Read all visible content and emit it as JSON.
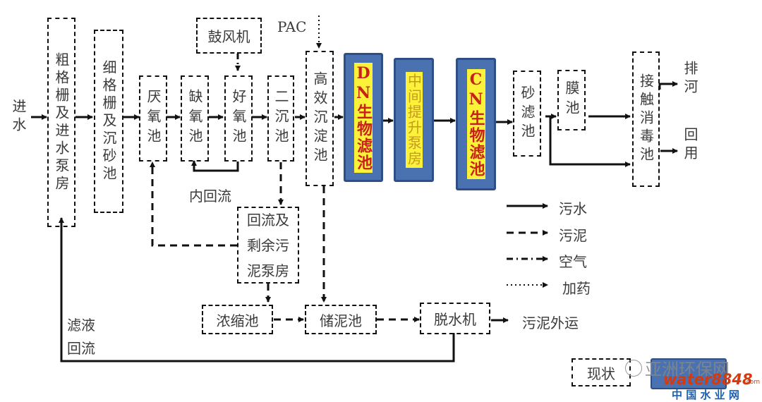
{
  "diagram": {
    "inlet_label": "进水",
    "nodes": {
      "coarse_screen": "粗格栅及进水泵房",
      "fine_screen": "细格栅及沉砂池",
      "anaerobic": "厌氧池",
      "anoxic": "缺氧池",
      "aerobic": "好氧池",
      "secondary_clarifier": "二沉池",
      "blower": "鼓风机",
      "high_eff_sedimentation": "高效沉淀池",
      "dn_biofilter": "DN生物滤池",
      "intermediate_pump": "中间提升泵房",
      "cn_biofilter": "CN生物滤池",
      "sand_filter": "砂滤池",
      "membrane": "膜池",
      "contact_disinfection": "接触消毒池",
      "sludge_pump_line1": "回流及",
      "sludge_pump_line2": "剩余污",
      "sludge_pump_line3": "泥泵房",
      "thickener": "浓缩池",
      "sludge_storage": "储泥池",
      "dewatering": "脱水机"
    },
    "labels": {
      "pac": "PAC",
      "internal_recycle": "内回流",
      "discharge_river": "排河",
      "reuse": "回用",
      "filtrate_line1": "滤液",
      "filtrate_line2": "回流",
      "sludge_export": "污泥外运"
    },
    "legend": [
      {
        "style": "solid",
        "label": "污水"
      },
      {
        "style": "dashed",
        "label": "污泥"
      },
      {
        "style": "dashdot",
        "label": "空气"
      },
      {
        "style": "dotted",
        "label": "加药"
      }
    ],
    "status_box": "现状",
    "watermark": {
      "line1": "亚洲环保网",
      "brand": "water8848",
      "domain": ".com",
      "line2": "中 国 水 业 网"
    },
    "colors": {
      "filter_fill": "#4a72b0",
      "filter_border": "#2e4f86",
      "highlight": "#fdf23a",
      "highlight_text": "#c8211a"
    }
  }
}
